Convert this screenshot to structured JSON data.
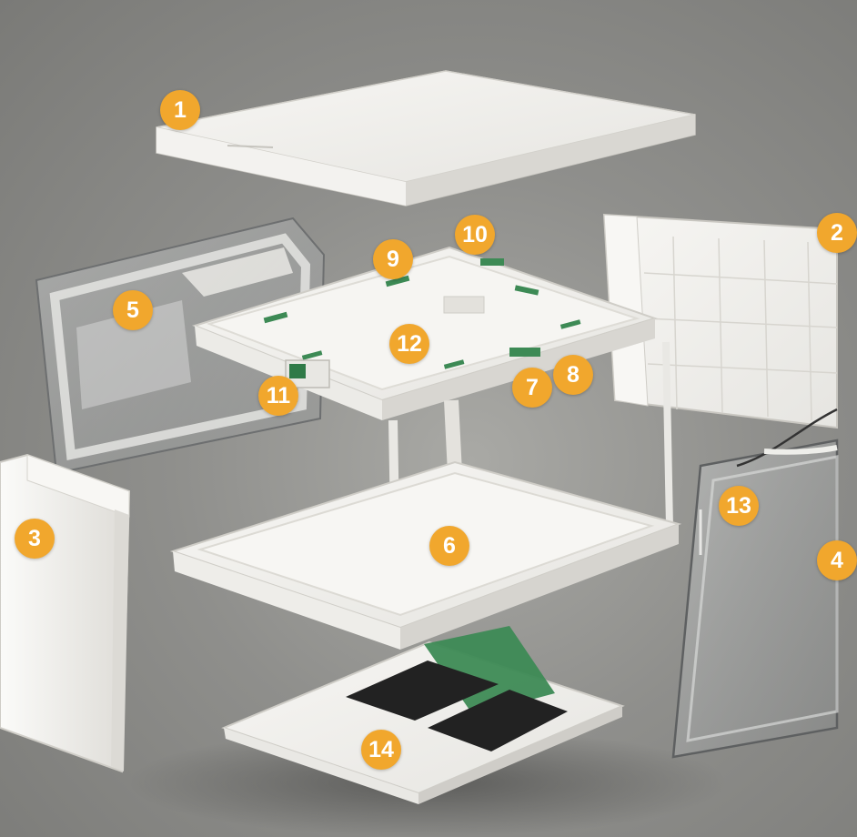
{
  "colors": {
    "background": "#8f8f8c",
    "callout": "#f1a72d",
    "part": "#f2f1ee",
    "pcb": "#3d8a55",
    "pad": "#222222"
  },
  "parts": [
    {
      "id": "top-cover",
      "callout": "1"
    },
    {
      "id": "right-back-panel",
      "callout": "2"
    },
    {
      "id": "left-side-panel",
      "callout": "3"
    },
    {
      "id": "right-edge-panel",
      "callout": "4"
    },
    {
      "id": "rear-glass-frame",
      "callout": "5"
    },
    {
      "id": "base-frame",
      "callout": "6"
    },
    {
      "id": "tray-connector-a",
      "callout": "7"
    },
    {
      "id": "tray-connector-b",
      "callout": "8"
    },
    {
      "id": "tray-board-left",
      "callout": "9"
    },
    {
      "id": "tray-board-top",
      "callout": "10"
    },
    {
      "id": "tray-port-module",
      "callout": "11"
    },
    {
      "id": "middle-tray",
      "callout": "12"
    },
    {
      "id": "glass-door-panel",
      "callout": "13"
    },
    {
      "id": "bottom-plate",
      "callout": "14"
    }
  ]
}
